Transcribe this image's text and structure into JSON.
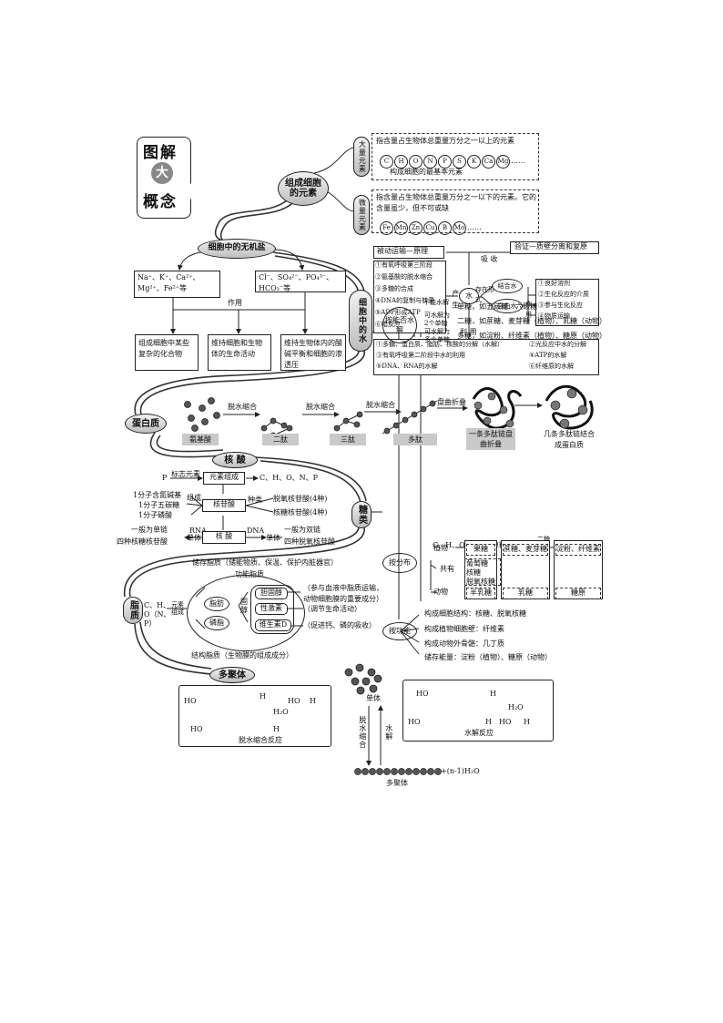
{
  "badge": {
    "line1": "图解",
    "mid": "大",
    "line2": "概念"
  },
  "nodes": {
    "cell_elements": "组成细胞的元素",
    "inorganic_salt": "细胞中的无机盐",
    "water": "细胞中的水",
    "protein": "蛋白质",
    "nucleic_acid": "核 酸",
    "sugar": "糖类",
    "lipid": "脂质",
    "polymer": "多聚体"
  },
  "macro": {
    "label": "大量元素",
    "desc": "指含量占生物体总重量万分之一以上的元素",
    "elements": [
      "C",
      "H",
      "O",
      "N",
      "P",
      "S",
      "K",
      "Ca",
      "Mg"
    ],
    "ellipsis": "……",
    "basic": "构成细胞的最基本元素"
  },
  "micro": {
    "label": "微量元素",
    "desc": "指含量占生物体总重量万分之一以下的元素。它的含量虽少，但不可或缺",
    "elements": [
      "Fe",
      "Mn",
      "Zn",
      "Cu",
      "B",
      "Mo"
    ],
    "ellipsis": "……"
  },
  "salt": {
    "cations": "Na⁺、K⁺、Ca²⁺、Mg²⁺、Fe²⁺等",
    "anions": "Cl⁻、SO₄²⁻、PO₄³⁻、HCO₃⁻等",
    "effect": "作用",
    "f1": "组成细胞中某些复杂的化合物",
    "f2": "维持细胞和生物体的生命活动",
    "f3": "维持生物体内的酸碱平衡和细胞的渗透压"
  },
  "water_section": {
    "passive": "被动运输—原理",
    "verify": "验证—质壁分离和复原",
    "absorb": "吸 收",
    "produce": "产 生",
    "use": "利 用",
    "water": "水",
    "forms": "存在形式",
    "bound": "结合水",
    "free": "自由水",
    "effect": "作 用",
    "produce_list": [
      "①有氧呼吸第三阶段",
      "②氨基酸的脱水缩合",
      "③多糖的合成",
      "④DNA的复制与转录",
      "⑤ADP形成ATP",
      "⑥暗反应"
    ],
    "free_roles": [
      "①良好溶剂",
      "②生化反应的介质",
      "③参与生化反应",
      "④物质运输"
    ],
    "use_list": [
      "①多糖、蛋白质、脂肪、核酸的分解（水解）",
      "②光反应中水的分解",
      "③有氧呼吸第二阶段中水的利用",
      "④ATP的水解",
      "⑤DNA、RNA的水解",
      "⑥纤维原的水解"
    ]
  },
  "protein_flow": {
    "aa": "氨基酸",
    "dipeptide": "二肽",
    "tripeptide": "三肽",
    "polypeptide": "多肽",
    "dehydrate": "脱水缩合",
    "fold": "盘曲折叠",
    "chain": "一条多肽链盘曲折叠",
    "final": "几条多肽链结合成蛋白质"
  },
  "nucleic": {
    "marker": "标志元素",
    "p": "P",
    "element_box": "元素组成",
    "elements": "C、H、O、N、P",
    "comp": [
      "1分子含氮碱基",
      "1分子五碳糖",
      "1分子磷酸"
    ],
    "compose": "组成",
    "nucleotide": "核苷酸",
    "kinds": "种类",
    "deoxy": "脱氧核苷酸(4种)",
    "ribo": "核糖核苷酸(4种)",
    "rna": "RNA",
    "dna": "DNA",
    "acid": "核 酸",
    "monomer": "单体",
    "rna_note1": "一般为单链",
    "rna_note2": "四种核糖核苷酸",
    "dna_note1": "一般为双链",
    "dna_note2": "四种脱氧核苷酸"
  },
  "sugar_section": {
    "by_hydro": "按能否水解",
    "by_dist": "按分布",
    "by_func": "按功能",
    "no_hydro": "不能水解",
    "mono": "单糖，如五碳糖、六碳糖",
    "to_two": "可水解为2个单糖",
    "di": "二糖，如蔗糖、麦芽糖（植物）、乳糖（动物）",
    "to_many": "可水解为多个单糖",
    "poly": "多糖，如淀粉、纤维素（植物）、糖原（动物）",
    "cho": "C、H、O",
    "single": "单糖",
    "two": "二糖",
    "many": "多糖",
    "plant": "植物",
    "both": "共有",
    "animal": "动物",
    "c_plant1": "果糖",
    "c_plant2": "蔗糖、麦芽糖",
    "c_plant3": "淀粉、纤维素",
    "shared": [
      "葡萄糖",
      "核糖",
      "脱氧核糖"
    ],
    "c_animal1": "半乳糖",
    "c_animal2": "乳糖",
    "c_animal3": "糖原",
    "func1": "构成细胞结构：核糖、脱氧核糖",
    "func2": "构成植物细胞壁：纤维素",
    "func3": "构成动物外骨骼：几丁质",
    "func4": "储存能量：淀粉（植物）、糖原（动物）"
  },
  "lipid_section": {
    "store": "储存脂质（储能物质、保温、保护内脏器官）",
    "func": "功能脂质",
    "elements": "C、H、O（N、P）",
    "compose": "元素组成",
    "fat": "脂肪",
    "phospho": "磷脂",
    "sterol": "固醇",
    "cholesterol": "胆固醇",
    "sex": "性激素",
    "vitd": "维生素D",
    "c_note": "（参与血液中脂质运输，动物细胞膜的重要成分）",
    "s_note": "（调节生命活动）",
    "d_note": "（促进钙、磷的吸收）",
    "struct": "结构脂质（生物膜的组成成分）"
  },
  "poly_section": {
    "dehydrate": "脱水缩合反应",
    "hydrolyze": "水解反应",
    "monomer": "单体",
    "polymer": "多聚体",
    "v_dehydrate": "脱水缩合",
    "v_hydrolyze": "水解",
    "water": "H₂O",
    "formula": "+(n-1)H₂O",
    "ho": "HO",
    "h": "H"
  }
}
